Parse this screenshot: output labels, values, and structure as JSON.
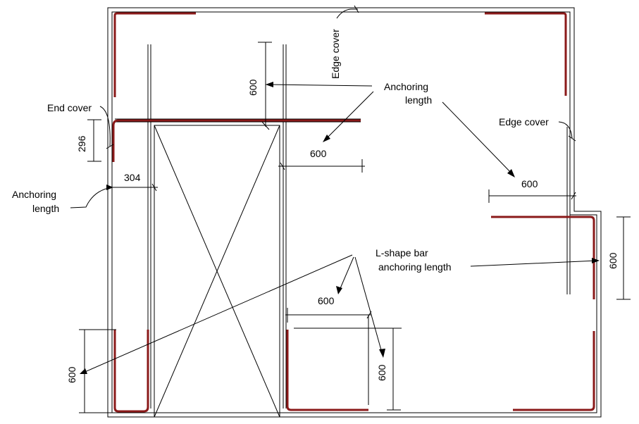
{
  "colors": {
    "rebar": "#8b1a1a",
    "line": "#000000",
    "background": "#ffffff"
  },
  "labels": {
    "edge_cover_top": "Edge cover",
    "anchoring_length_top_1": "Anchoring",
    "anchoring_length_top_2": "length",
    "end_cover": "End cover",
    "edge_cover_right": "Edge cover",
    "anchoring_length_left_1": "Anchoring",
    "anchoring_length_left_2": "length",
    "l_shape_1": "L-shape bar",
    "l_shape_2": "anchoring length"
  },
  "dimensions": {
    "top_vertical": "600",
    "end_296": "296",
    "opening_304": "304",
    "top_horizontal": "600",
    "right_horizontal": "600",
    "right_vertical": "600",
    "bottom_horizontal": "600",
    "bottom_vertical": "600",
    "left_bottom_vertical": "600"
  }
}
